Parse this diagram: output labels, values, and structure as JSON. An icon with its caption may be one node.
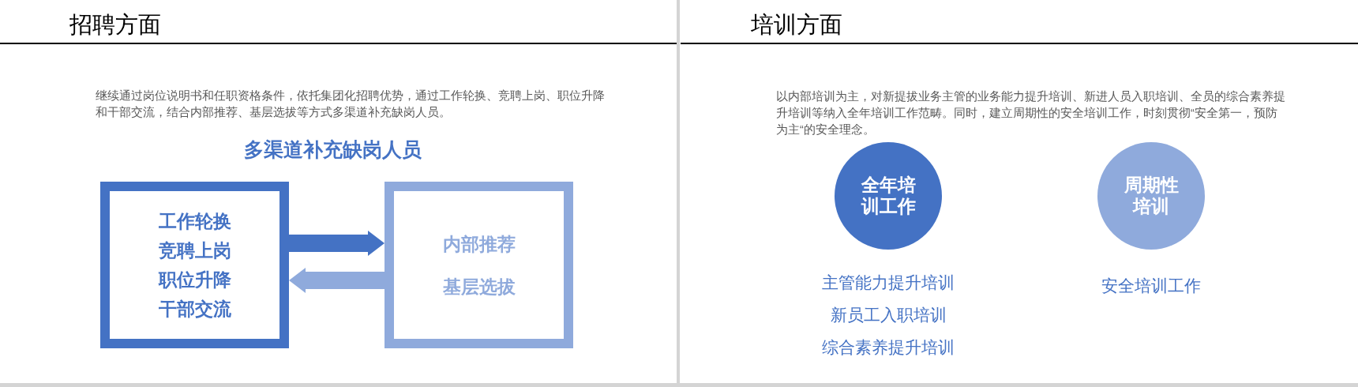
{
  "diagram": {
    "nodes": [
      {
        "text": [
          "工作轮换",
          "竞聘上岗",
          "职位升降",
          "干部交流"
        ]
      },
      {
        "text": [
          "内部推荐",
          "基层选拔"
        ]
      },
      {
        "text": [
          "全年培训工作"
        ],
        "beside": [
          "主管能力提升培训",
          "新员工入职培训",
          "综合素养提升培训"
        ]
      },
      {
        "text": [
          "周期性培训"
        ],
        "beside": [
          "安全培训工作"
        ]
      }
    ],
    "edges": [
      {
        "from": 0,
        "to": 1,
        "arrow": "to",
        "color": "#4472c4"
      },
      {
        "from": 1,
        "to": 0,
        "arrow": "to",
        "color": "#8faadc"
      }
    ],
    "labels": [
      "招聘方面",
      "继续通过岗位说明书和任职资格条件，依托集团化招聘优势，通过工作轮换、竞聘上岗、职位升降和干部交流，结合内部推荐、基层选拔等方式多渠道补充缺岗人员。",
      "多渠道补充缺岗人员",
      "培训方面",
      "以内部培训为主，对新提拔业务主管的业务能力提升培训、新进人员入职培训、全员的综合素养提升培训等纳入全年培训工作范畴。同时，建立周期性的安全培训工作，时刻贯彻“安全第一，预防为主“的安全理念。"
    ]
  }
}
